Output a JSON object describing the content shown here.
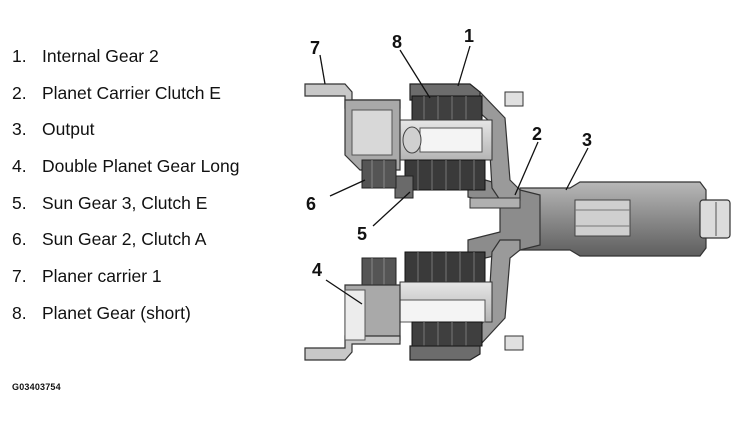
{
  "legend": {
    "items": [
      {
        "number": "1.",
        "label": "Internal Gear 2"
      },
      {
        "number": "2.",
        "label": "Planet Carrier Clutch E"
      },
      {
        "number": "3.",
        "label": "Output"
      },
      {
        "number": "4.",
        "label": "Double Planet Gear Long"
      },
      {
        "number": "5.",
        "label": "Sun Gear 3, Clutch E"
      },
      {
        "number": "6.",
        "label": "Sun Gear 2, Clutch A"
      },
      {
        "number": "7.",
        "label": "Planer carrier 1"
      },
      {
        "number": "8.",
        "label": "Planet Gear (short)"
      }
    ]
  },
  "figure_code": "G03403754",
  "callouts": {
    "c1": "1",
    "c2": "2",
    "c3": "3",
    "c4": "4",
    "c5": "5",
    "c6": "6",
    "c7": "7",
    "c8": "8"
  }
}
